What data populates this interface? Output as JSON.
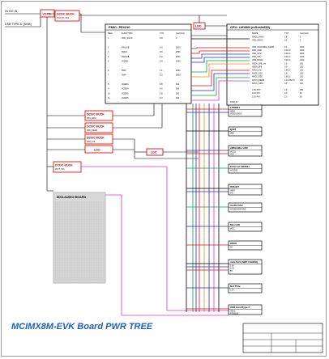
{
  "title": "MCIMX8M-EVK Board PWR TREE",
  "inputs": [
    "5V DC IN",
    "USB TYPE-C (SINK)"
  ],
  "vsys_label": "VSYS",
  "dcdc_bucks": [
    {
      "label": "DCDC BUCK",
      "sub": "VCC_5V / 3V3"
    },
    {
      "label": "DCDC BUCK",
      "sub": "VDD_ARM"
    },
    {
      "label": "DCDC BUCK",
      "sub": "VDD_DRAM"
    },
    {
      "label": "DCDC BUCK",
      "sub": "VDD_1V8"
    },
    {
      "label": "DCDC BUCK",
      "sub": "VEXT_3V3"
    }
  ],
  "ldo_labels": [
    "LDO",
    "LDO",
    "LDO"
  ],
  "pmic": {
    "title": "PMIC: PF4210",
    "headers": [
      "REG",
      "FUNCTION",
      "TYP",
      "Curr(mA)"
    ],
    "rows": [
      [
        "1",
        "VDD_SNVS",
        "0.9",
        "2"
      ],
      [
        "",
        "",
        "",
        ""
      ],
      [
        "2",
        "SW1A/B",
        "0.9",
        "2500"
      ],
      [
        "3",
        "SW1C",
        "0.9",
        "2500"
      ],
      [
        "4",
        "SW2A/B",
        "1.0",
        "2500"
      ],
      [
        "5",
        "VGEN1",
        "0.9",
        "1500"
      ],
      [
        "",
        "",
        "",
        ""
      ],
      [
        "6",
        "SW3",
        "1.1",
        "2000"
      ],
      [
        "7",
        "SW4",
        "3.3",
        "2500"
      ],
      [
        "",
        "",
        "",
        ""
      ],
      [
        "8",
        "VGEN3",
        "1.8",
        "100"
      ],
      [
        "9",
        "VGEN4",
        "0.9",
        "250"
      ],
      [
        "10",
        "VGEN5",
        "1.8",
        "250"
      ],
      [
        "11",
        "VGEN6",
        "3.3",
        "200"
      ]
    ]
  },
  "cpu": {
    "title": "CPU: i.MX8M (mScale850)",
    "headers": [
      "NAME",
      "TYP",
      "Curr(mA)"
    ],
    "rows": [
      [
        "NVCC_SNVS",
        "1.8",
        "2"
      ],
      [
        "VDD_SNVS",
        "0.9",
        "2"
      ],
      [
        "",
        "",
        ""
      ],
      [
        "VDD_SOC/VDDA_DRAM",
        "0.9",
        "4000"
      ],
      [
        "VDD_ARM",
        "0.9/1.0",
        "2000"
      ],
      [
        "VDD_GPU",
        "0.9/1.0",
        "2000"
      ],
      [
        "VDD_VPU",
        "0.9/1.0",
        "1000"
      ],
      [
        "VDD_DRAM",
        "0.9/1.0",
        "1000"
      ],
      [
        "VDDA_1P8_xxx",
        "1.8",
        "150"
      ],
      [
        "VDDA_0P9",
        "0.9",
        "100"
      ],
      [
        "NVCC_xxx",
        "1.8/3.3",
        "100"
      ],
      [
        "NVCC_SD1",
        "1.8",
        "100"
      ],
      [
        "NVCC_SD2",
        "1.8/3.3",
        "100"
      ],
      [
        "NVCC_DRAM",
        "1.1/1.35/1.5",
        "700"
      ],
      [
        "NVCC_GPIO",
        "3.3",
        "100"
      ],
      [
        "",
        "",
        ""
      ],
      [
        "1.8V PHY",
        "1.8",
        "150"
      ],
      [
        "0.9V PHY",
        "0.9",
        "50"
      ],
      [
        "3.3V PHY",
        "3.3",
        "50"
      ]
    ],
    "por_label": "POR_B"
  },
  "peripherals": [
    {
      "name": "LPDDR4",
      "rails": [
        "VDD1",
        "VDD2/VDDQ"
      ]
    },
    {
      "name": "QSPI",
      "rails": [
        "VCC"
      ]
    },
    {
      "name": "eMMC/MicroSD",
      "rails": [
        "VCCQ",
        "VCC"
      ]
    },
    {
      "name": "Ethernet AR8031",
      "rails": [
        "AVDD33"
      ]
    },
    {
      "name": "WiFi/BT",
      "rails": [
        "VBAT",
        "VIO"
      ]
    },
    {
      "name": "Audio DAC",
      "rails": [
        "AVDD/DVDD/VDD"
      ]
    },
    {
      "name": "MicroSD",
      "rails": [
        "VCC"
      ]
    },
    {
      "name": "HDMI",
      "rails": [
        "5V"
      ]
    },
    {
      "name": "mini-SAS (MIPI CSI/DSI)",
      "rails": [
        "1.8V",
        "3.3V",
        "5V"
      ]
    },
    {
      "name": "M.2 PCIe",
      "rails": [
        "3.3V"
      ]
    },
    {
      "name": "USB Host/Type-C",
      "rails": [
        "VBUS",
        "PTN5150"
      ]
    }
  ],
  "audio_board": "MX8-AUDIO BOARD",
  "colors": {
    "red": "#e01010",
    "blue": "#1a2ecc",
    "green": "#0aa040",
    "magenta": "#e030d0",
    "orange": "#e08a10",
    "grey_box": "#d7d7d7"
  }
}
